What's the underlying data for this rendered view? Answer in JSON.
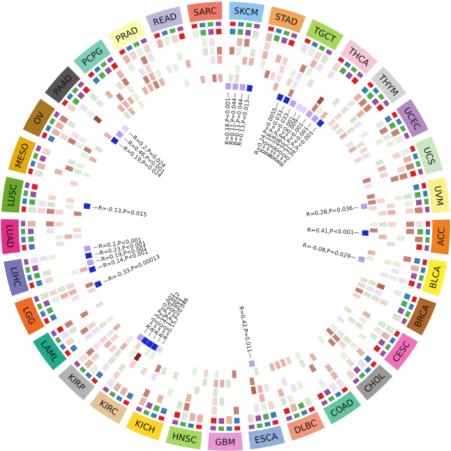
{
  "cancers": [
    {
      "code": "SARC",
      "color": "#f07a6a"
    },
    {
      "code": "SKCM",
      "color": "#8ec6f0"
    },
    {
      "code": "STAD",
      "color": "#f3a35a"
    },
    {
      "code": "TGCT",
      "color": "#a9d55f"
    },
    {
      "code": "THCA",
      "color": "#f6c6d8"
    },
    {
      "code": "THYM",
      "color": "#d3d3d3"
    },
    {
      "code": "UCEC",
      "color": "#b48ac6"
    },
    {
      "code": "UCS",
      "color": "#c9e6c2"
    },
    {
      "code": "UVM",
      "color": "#fff08a"
    },
    {
      "code": "ACC",
      "color": "#f07f1e"
    },
    {
      "code": "BLCA",
      "color": "#ffee33"
    },
    {
      "code": "BRCA",
      "color": "#b0652a"
    },
    {
      "code": "CESC",
      "color": "#ef72b8"
    },
    {
      "code": "CHOL",
      "color": "#9a9a9a"
    },
    {
      "code": "COAD",
      "color": "#62c59e"
    },
    {
      "code": "DLBC",
      "color": "#f0967a"
    },
    {
      "code": "ESCA",
      "color": "#8faed8"
    },
    {
      "code": "GBM",
      "color": "#e79ad3"
    },
    {
      "code": "HNSC",
      "color": "#a6d962"
    },
    {
      "code": "KICH",
      "color": "#ffd42a"
    },
    {
      "code": "KIRC",
      "color": "#e6c497"
    },
    {
      "code": "KIRP",
      "color": "#b3b3b3"
    },
    {
      "code": "LAML",
      "color": "#21a98b"
    },
    {
      "code": "LGG",
      "color": "#ee6a28"
    },
    {
      "code": "LIHC",
      "color": "#7775b5"
    },
    {
      "code": "LUAD",
      "color": "#e52f8a"
    },
    {
      "code": "LUSC",
      "color": "#6aa82a"
    },
    {
      "code": "MESO",
      "color": "#e4ab07"
    },
    {
      "code": "OV",
      "color": "#a77622"
    },
    {
      "code": "PAAD",
      "color": "#555555"
    },
    {
      "code": "PCPG",
      "color": "#7fcdbb"
    },
    {
      "code": "PRAD",
      "color": "#fdfdb0"
    },
    {
      "code": "READ",
      "color": "#bcb8d8"
    }
  ],
  "feature_track_colors": [
    "#e41a1c",
    "#377eb8",
    "#4daf4a",
    "#984ea3"
  ],
  "annotations": [
    {
      "cancer": "SKCM",
      "text": "R=0.18,P<0.001"
    },
    {
      "cancer": "SKCM",
      "text": "R=0.11,P=0.044"
    },
    {
      "cancer": "SKCM",
      "text": "R=0.11,P=0.044"
    },
    {
      "cancer": "SKCM",
      "text": "R=0.13,P=0.013"
    },
    {
      "cancer": "TGCT",
      "text": "R=0.24,P=0.0055"
    },
    {
      "cancer": "TGCT",
      "text": "R=0.18,P=0.033"
    },
    {
      "cancer": "TGCT",
      "text": "R=0.18,P=0.033"
    },
    {
      "cancer": "TGCT",
      "text": "R=0.28,P<0.001"
    },
    {
      "cancer": "THCA",
      "text": "R=0.12,P=0.009"
    },
    {
      "cancer": "THCA",
      "text": "R=0.25,P<0.001"
    },
    {
      "cancer": "THCA",
      "text": "R=0.31,P<0.001"
    },
    {
      "cancer": "THCA",
      "text": "R=0.39,P<0.001"
    },
    {
      "cancer": "PAAD",
      "text": "R=0.19,P=0.024"
    },
    {
      "cancer": "PAAD",
      "text": "R=0.46,P<0.001"
    },
    {
      "cancer": "PAAD",
      "text": "R=0.2,P=0.024"
    },
    {
      "cancer": "LUSC",
      "text": "R=-0.13,P=0.015"
    },
    {
      "cancer": "LIHC",
      "text": "R=0.14,P<0.001"
    },
    {
      "cancer": "LIHC",
      "text": "R=0.19,P<0.001"
    },
    {
      "cancer": "LIHC",
      "text": "R=0.23,P<0.001"
    },
    {
      "cancer": "LIHC",
      "text": "R=0.2,P<0.001"
    },
    {
      "cancer": "LGG",
      "text": "R=-0.33,P=0.00013"
    },
    {
      "cancer": "KIRC",
      "text": "R=0.15,P=0.046"
    },
    {
      "cancer": "KIRC",
      "text": "R=0.1,P=0.033"
    },
    {
      "cancer": "KIRC",
      "text": "R=0.4,P=0.003"
    },
    {
      "cancer": "KIRC",
      "text": "R=0.12,P=0.012"
    },
    {
      "cancer": "KIRC",
      "text": "R=0.5,P<0.001"
    },
    {
      "cancer": "ESCA",
      "text": "R=0.42,P=0.011"
    },
    {
      "cancer": "UVM",
      "text": "R=0.28,P=0.036"
    },
    {
      "cancer": "ACC",
      "text": "R=0.41,P<0.001"
    },
    {
      "cancer": "BLCA",
      "text": "R=-0.08,P=0.029"
    }
  ]
}
